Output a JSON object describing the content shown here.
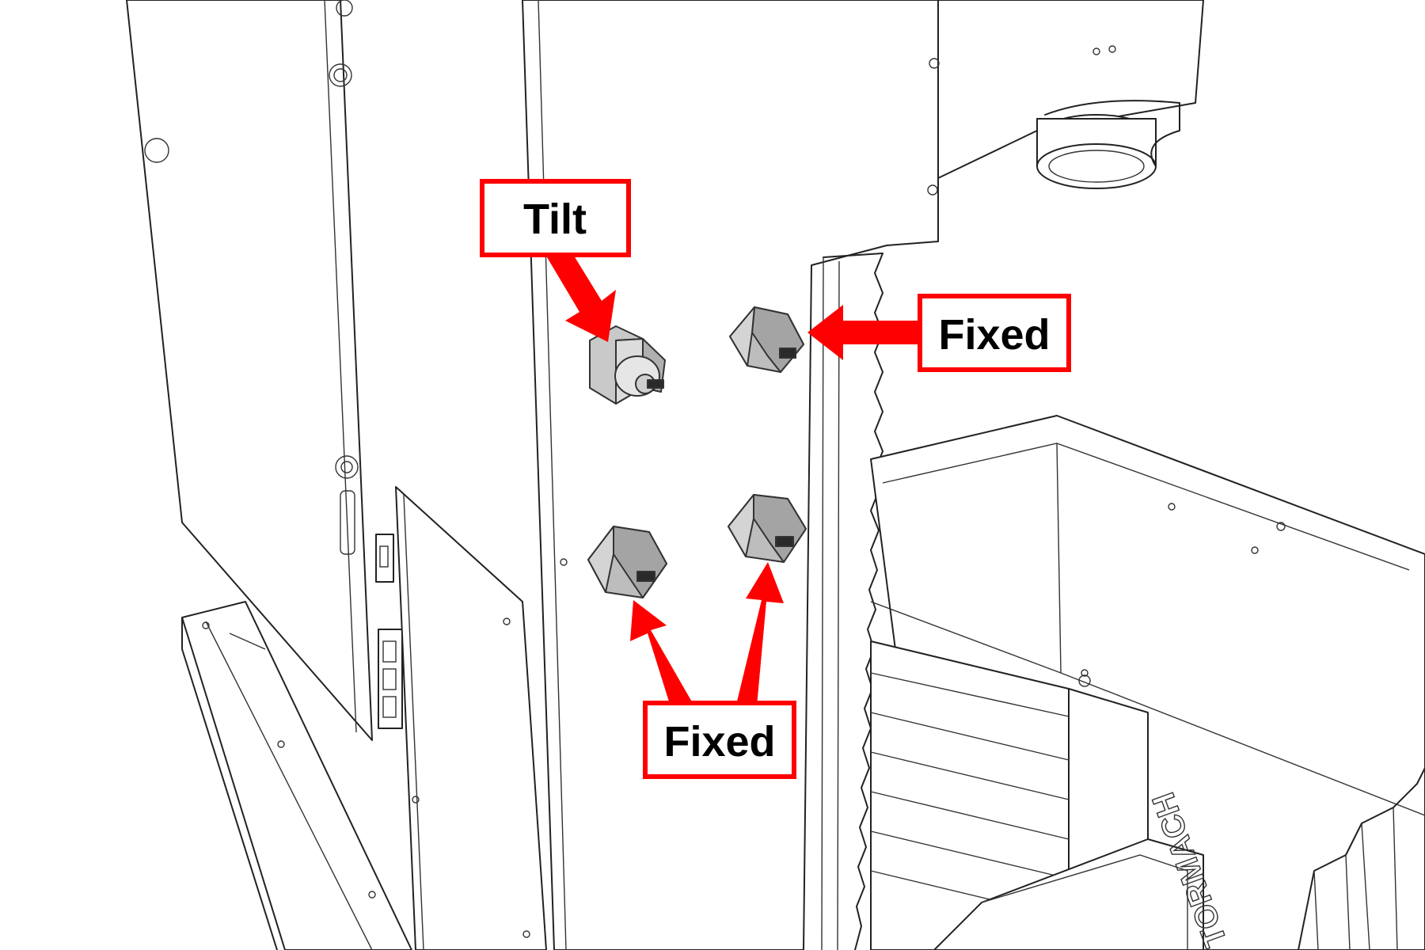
{
  "labels": {
    "tilt": "Tilt",
    "fixed_right": "Fixed",
    "fixed_bottom": "Fixed",
    "brand_mark": "TORMACH"
  },
  "colors": {
    "callout_red": "#ff0000",
    "label_text": "#000000",
    "line_art": "#222222",
    "nut_gray": "#b9b9b9"
  }
}
